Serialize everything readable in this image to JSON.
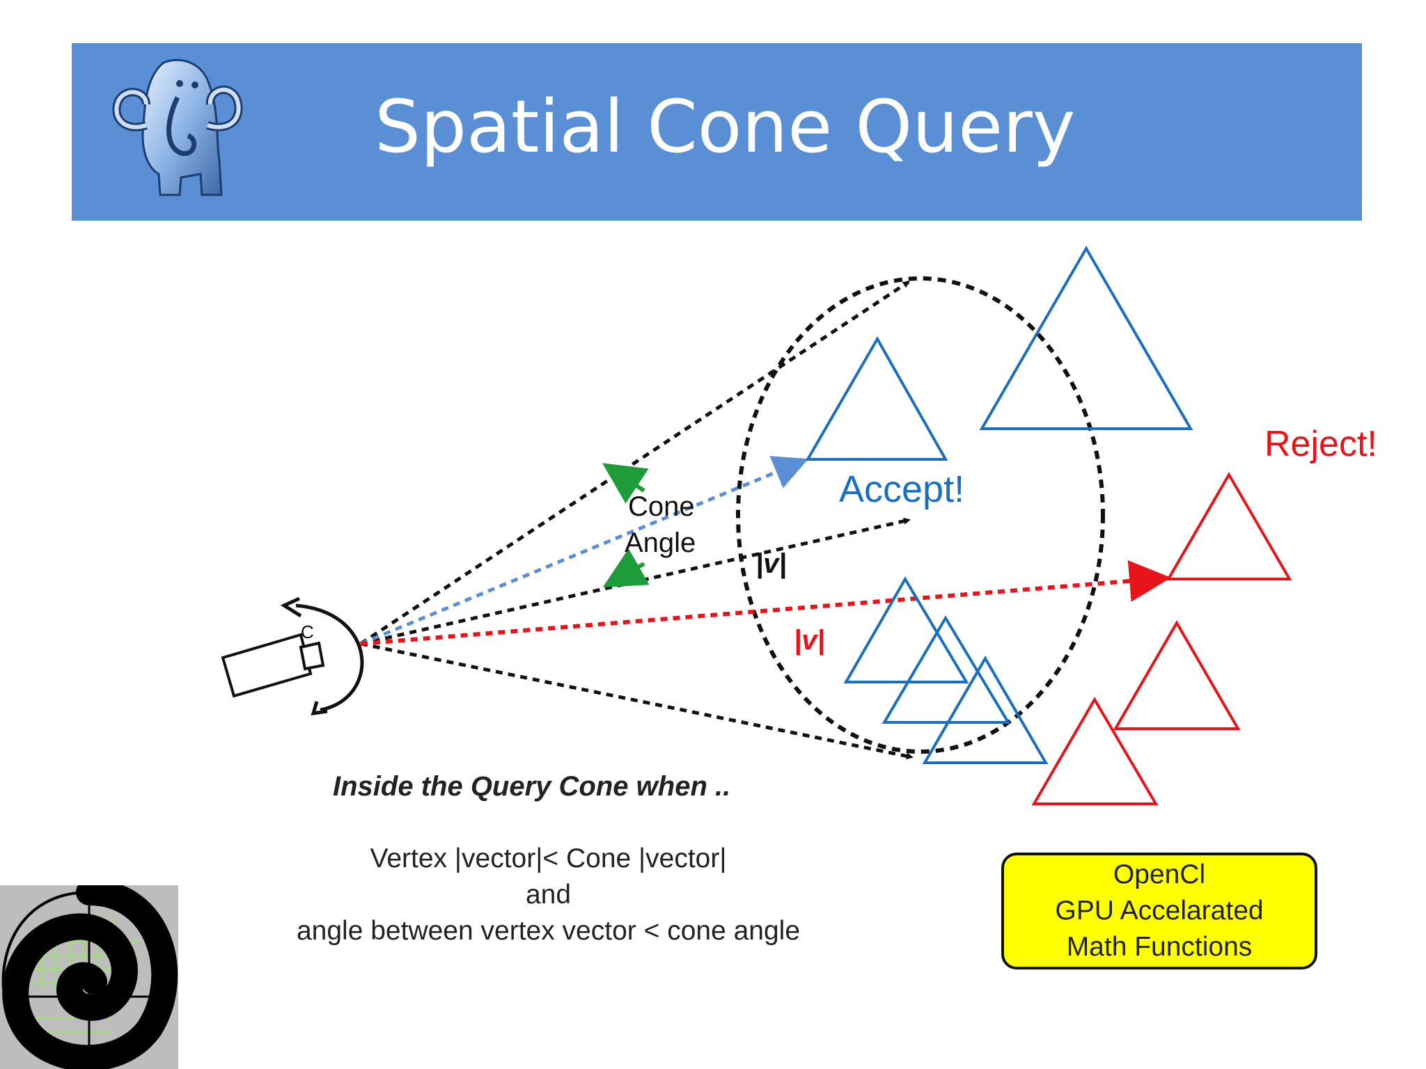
{
  "slide": {
    "title": "Spatial Cone Query"
  },
  "diagram": {
    "camera_label": "C",
    "cone_angle_label": [
      "Cone",
      "Angle"
    ],
    "vector_label_black": "|v|",
    "vector_label_red": "|v|",
    "accept_label": "Accept!",
    "reject_label": "Reject!"
  },
  "condition": {
    "heading": "Inside the Query Cone when ..",
    "lines": [
      "Vertex |vector|< Cone |vector|",
      "and",
      "angle between vertex vector < cone angle"
    ]
  },
  "note_box": {
    "lines": [
      "OpenCl",
      "GPU Accelarated",
      "Math Functions"
    ]
  },
  "colors": {
    "header": "#5a8fd6",
    "accept": "#1a6fc0",
    "reject": "#e8141b",
    "arrow_green": "#1f9c3a",
    "note_box": "#ffff00"
  }
}
